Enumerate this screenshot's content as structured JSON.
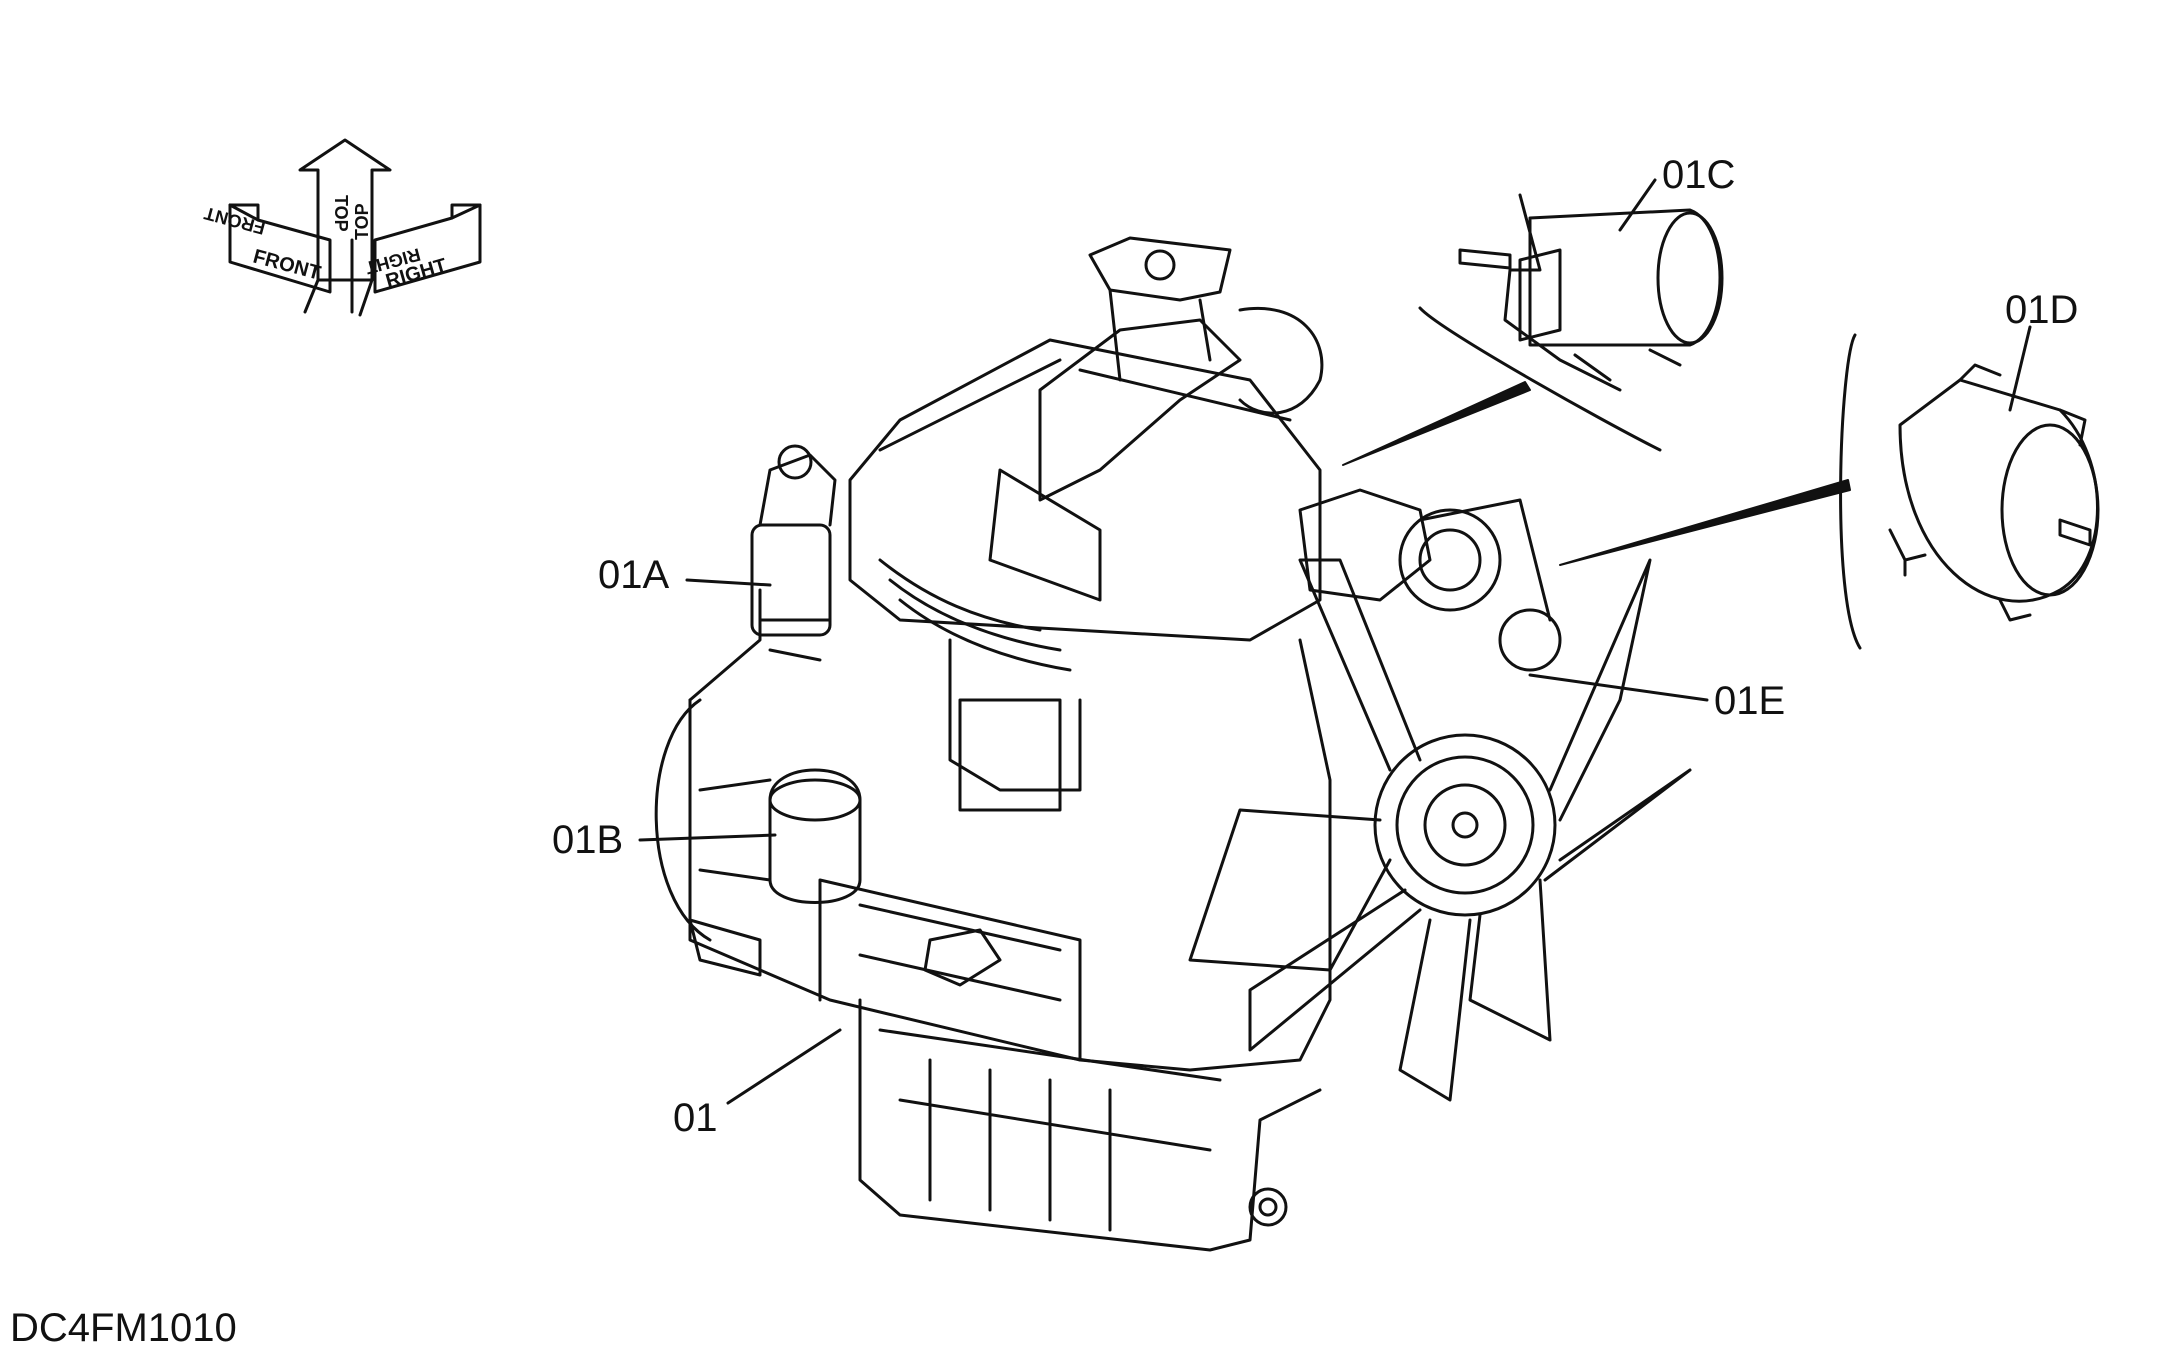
{
  "figure": {
    "code": "DC4FM1010"
  },
  "orientation_indicator": {
    "front": "FRONT",
    "top": "TOP",
    "right": "RIGHT"
  },
  "callouts": {
    "c01": "01",
    "c01A": "01A",
    "c01B": "01B",
    "c01C": "01C",
    "c01D": "01D",
    "c01E": "01E"
  },
  "colors": {
    "line": "#111111",
    "background": "#ffffff"
  }
}
